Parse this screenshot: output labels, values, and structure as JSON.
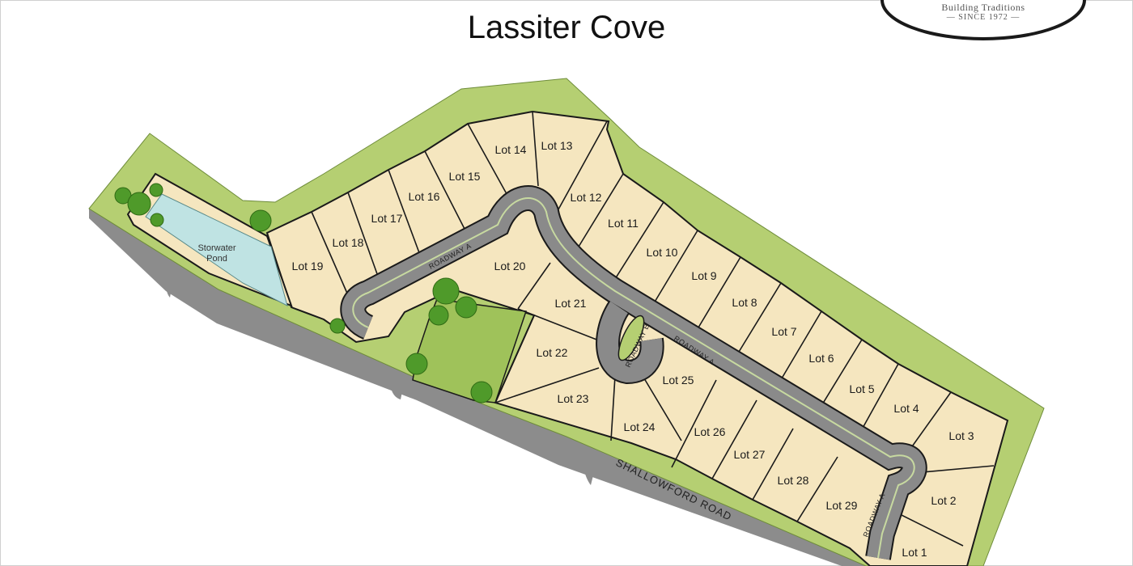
{
  "title": "Lassiter Cove",
  "logo": {
    "line1": "Building Traditions",
    "line2": "— SINCE 1972 —"
  },
  "pond": {
    "label_line1": "Storwater",
    "label_line2": "Pond"
  },
  "roads": {
    "roadway_a": "ROADWAY A",
    "roadway_b": "ROADWAY B",
    "shallowford": "SHALLOWFORD ROAD"
  },
  "lots": [
    "Lot 1",
    "Lot 2",
    "Lot 3",
    "Lot 4",
    "Lot 5",
    "Lot 6",
    "Lot 7",
    "Lot 8",
    "Lot 9",
    "Lot 10",
    "Lot 11",
    "Lot 12",
    "Lot 13",
    "Lot 14",
    "Lot 15",
    "Lot 16",
    "Lot 17",
    "Lot 18",
    "Lot 19",
    "Lot 20",
    "Lot 21",
    "Lot 22",
    "Lot 23",
    "Lot 24",
    "Lot 25",
    "Lot 26",
    "Lot 27",
    "Lot 28",
    "Lot 29"
  ],
  "colors": {
    "grass": "#b5cf72",
    "lot_fill": "#f5e6bf",
    "road": "#8a8a8a",
    "road_light": "#a8a8a8",
    "pond": "#bfe3e3",
    "tree": "#4f9a2a"
  }
}
